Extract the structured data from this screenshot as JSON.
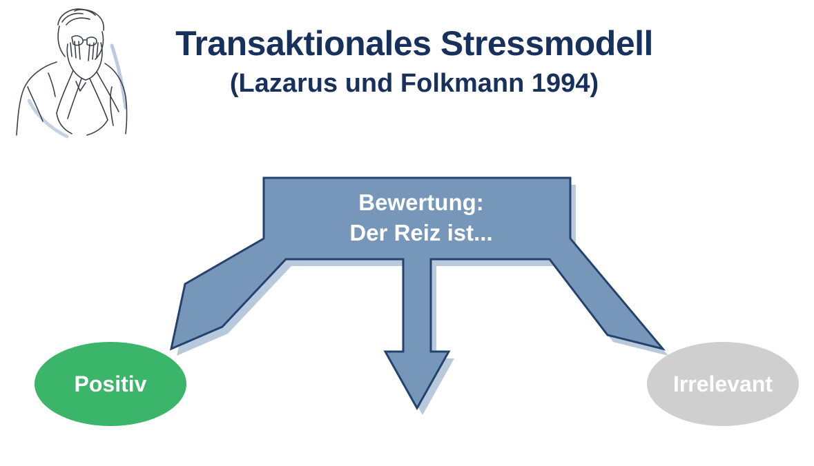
{
  "title": "Transaktionales Stressmodell",
  "subtitle": "(Lazarus und Folkmann 1994)",
  "illustration": {
    "icon": "stressed-man-face-in-hands-sketch"
  },
  "diagram": {
    "box_line_1": "Bewertung:",
    "box_line_2": "Der Reiz ist...",
    "outcomes": {
      "left": "Positiv",
      "right": "Irrelevant"
    },
    "colors": {
      "arrow_fill": "#7697b9",
      "arrow_stroke": "#24426e",
      "arrow_shadow": "#b9c9dc",
      "positiv": "#3bb56a",
      "irrelevant": "#cfcfcf",
      "title": "#17315c"
    }
  }
}
